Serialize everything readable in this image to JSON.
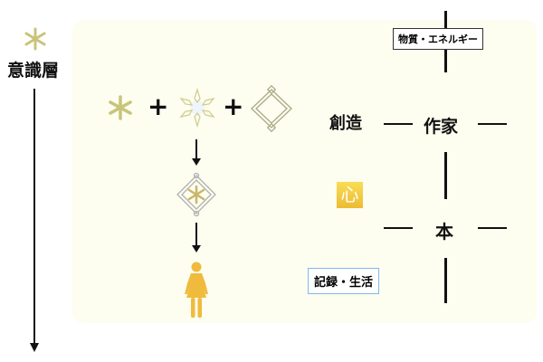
{
  "axis": {
    "label": "意識層"
  },
  "labels": {
    "matter_energy": "物質・エネルギー",
    "creation": "創造",
    "author": "作家",
    "heart": "心",
    "book": "本",
    "record_life": "記録・生活"
  },
  "operators": {
    "plus": "+"
  },
  "colors": {
    "panel": "#fdfdf0",
    "heart": "#f2c230",
    "person": "#f0bb3c",
    "star": "#c8c47a",
    "record_border": "#7fb8f0"
  }
}
